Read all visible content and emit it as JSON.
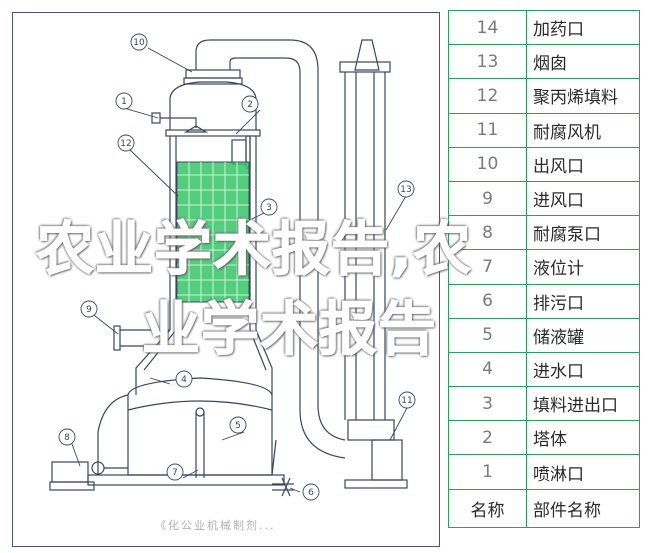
{
  "parts_table": {
    "rows": [
      {
        "num": "14",
        "name": "加药口"
      },
      {
        "num": "13",
        "name": "烟囱"
      },
      {
        "num": "12",
        "name": "聚丙烯填料"
      },
      {
        "num": "11",
        "name": "耐腐风机"
      },
      {
        "num": "10",
        "name": "出风口"
      },
      {
        "num": "9",
        "name": "进风口"
      },
      {
        "num": "8",
        "name": "耐腐泵口"
      },
      {
        "num": "7",
        "name": "液位计"
      },
      {
        "num": "6",
        "name": "排污口"
      },
      {
        "num": "5",
        "name": "储液罐"
      },
      {
        "num": "4",
        "name": "进水口"
      },
      {
        "num": "3",
        "name": "填料进出口"
      },
      {
        "num": "2",
        "name": "塔体"
      },
      {
        "num": "1",
        "name": "喷淋口"
      }
    ],
    "header": {
      "num": "名称",
      "name": "部件名称"
    }
  },
  "overlay": {
    "line1": "农业学术报告,农",
    "line2": "业学术报告"
  },
  "background_text": "《化公业机械制剂...",
  "leaders": [
    "1",
    "2",
    "3",
    "4",
    "5",
    "6",
    "7",
    "8",
    "9",
    "10",
    "11",
    "12",
    "13"
  ],
  "colors": {
    "line": "#3a4660",
    "packing": "#36c468",
    "table_border": "#2e9e5e",
    "frame": "#4a5670"
  }
}
